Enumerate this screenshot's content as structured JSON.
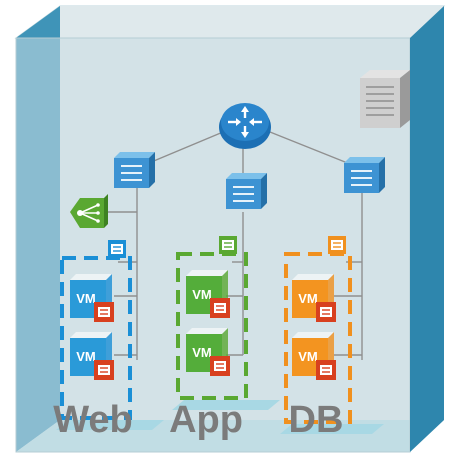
{
  "tiers": [
    {
      "id": "web",
      "label": "Web",
      "color": "#1a8fd6",
      "vm_fill": "#2a9ad8",
      "vms": [
        "VM",
        "VM"
      ]
    },
    {
      "id": "app",
      "label": "App",
      "color": "#5aa832",
      "vm_fill": "#54ad3a",
      "vms": [
        "VM",
        "VM"
      ]
    },
    {
      "id": "db",
      "label": "DB",
      "color": "#f0901e",
      "vm_fill": "#f39420",
      "vms": [
        "VM",
        "VM"
      ]
    }
  ],
  "colors": {
    "box_front": "#c9dde3",
    "box_top": "#c2e6ec",
    "box_side": "#2e86ad",
    "box_left": "#3f94b8",
    "router": "#1c6fb4",
    "switch": "#3d93d3",
    "load_balancer": "#5aa832",
    "firewall_badge": "#d8401f",
    "lines": "#8f8f8f",
    "label_text": "#7b7b7b"
  },
  "icons": [
    "router-icon",
    "switch-icon",
    "load-balancer-icon",
    "firewall-badge-icon",
    "server-rack-icon",
    "vm-icon"
  ]
}
